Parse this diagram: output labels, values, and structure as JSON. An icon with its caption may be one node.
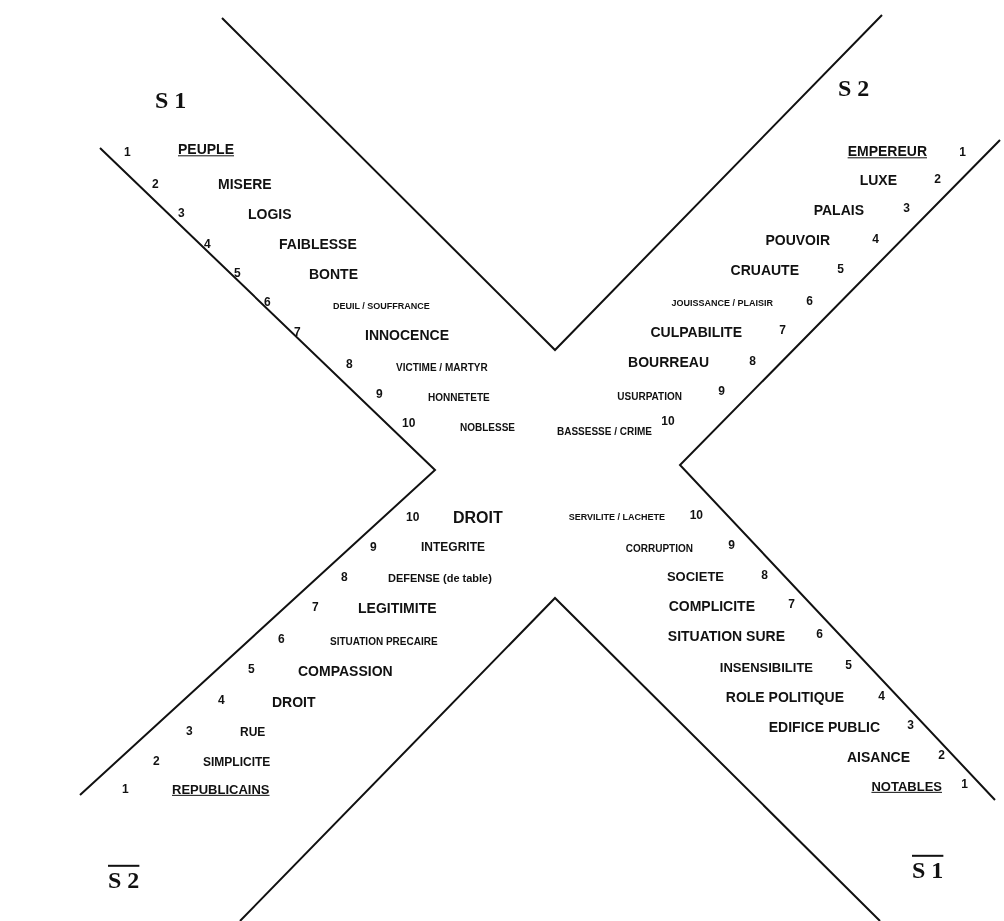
{
  "diagram": {
    "labels": [
      "S 1",
      "S 2",
      "1",
      "PEUPLE",
      "2",
      "MISERE",
      "3",
      "LOGIS",
      "4",
      "FAIBLESSE",
      "5",
      "BONTE",
      "6",
      "DEUIL / SOUFFRANCE",
      "7",
      "INNOCENCE",
      "8",
      "VICTIME / MARTYR",
      "9",
      "HONNETETE",
      "10",
      "NOBLESSE",
      "EMPEREUR",
      "1",
      "LUXE",
      "2",
      "PALAIS",
      "3",
      "POUVOIR",
      "4",
      "CRUAUTE",
      "5",
      "JOUISSANCE / PLAISIR",
      "6",
      "CULPABILITE",
      "7",
      "BOURREAU",
      "8",
      "USURPATION",
      "9",
      "BASSESSE / CRIME",
      "10",
      "10",
      "DROIT",
      "9",
      "INTEGRITE",
      "8",
      "DEFENSE (de table)",
      "7",
      "LEGITIMITE",
      "6",
      "SITUATION PRECAIRE",
      "5",
      "COMPASSION",
      "4",
      "DROIT",
      "3",
      "RUE",
      "2",
      "SIMPLICITE",
      "1",
      "REPUBLICAINS",
      "SERVILITE / LACHETE",
      "10",
      "CORRUPTION",
      "9",
      "SOCIETE",
      "8",
      "COMPLICITE",
      "7",
      "SITUATION SURE",
      "6",
      "INSENSIBILITE",
      "5",
      "ROLE POLITIQUE",
      "4",
      "EDIFICE PUBLIC",
      "3",
      "AISANCE",
      "2",
      "NOTABLES",
      "1",
      "S 2",
      "S 1"
    ]
  }
}
